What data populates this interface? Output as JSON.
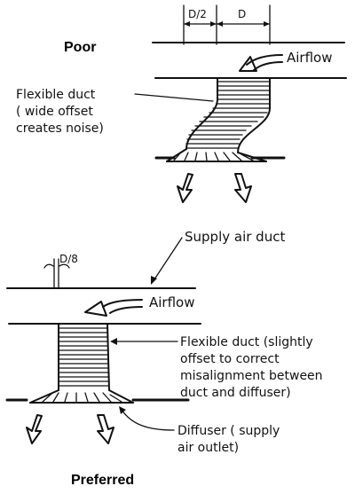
{
  "top_diagram": {
    "title": "Poor",
    "dim_half": "D/2",
    "dim_full": "D",
    "airflow_label": "Airflow",
    "duct_label_line1": "Flexible duct",
    "duct_label_line2": "( wide offset",
    "duct_label_line3": "creates noise)"
  },
  "bottom_diagram": {
    "supply_label": "Supply air duct",
    "dim_eighth": "D/8",
    "airflow_label": "Airflow",
    "duct_label_line1": "Flexible duct (slightly",
    "duct_label_line2": "offset to correct",
    "duct_label_line3": "misalignment between",
    "duct_label_line4": "duct and diffuser)",
    "diffuser_label_line1": "Diffuser ( supply",
    "diffuser_label_line2": "air outlet)",
    "title": "Preferred"
  }
}
